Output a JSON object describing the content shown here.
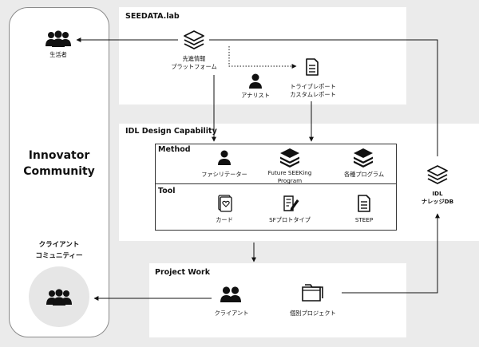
{
  "left": {
    "community_line1": "Innovator",
    "community_line2": "Community",
    "consumer_label": "生活者",
    "client_community_line1": "クライアント",
    "client_community_line2": "コミュニティー"
  },
  "seedata": {
    "title": "SEEDATA.lab",
    "platform_line1": "先進情報",
    "platform_line2": "プラットフォーム",
    "analyst_label": "アナリスト",
    "report_line1": "トライブレポート",
    "report_line2": "カスタムレポート"
  },
  "idl": {
    "title": "IDL Design Capability",
    "method_title": "Method",
    "tool_title": "Tool",
    "methods": [
      {
        "label_line1": "ファシリテーター",
        "label_line2": ""
      },
      {
        "label_line1": "Future SEEKing",
        "label_line2": "Program"
      },
      {
        "label_line1": "各種プログラム",
        "label_line2": ""
      }
    ],
    "tools": [
      {
        "label": "カード"
      },
      {
        "label": "SFプロトタイプ"
      },
      {
        "label": "STEEP"
      }
    ],
    "db_line1": "IDL",
    "db_line2": "ナレッジDB"
  },
  "project": {
    "title": "Project Work",
    "client_label": "クライアント",
    "project_label": "個別プロジェクト"
  },
  "colors": {
    "background": "#ebebeb",
    "panel": "#ffffff",
    "ink": "#111111",
    "circle": "#e6e6e6"
  }
}
